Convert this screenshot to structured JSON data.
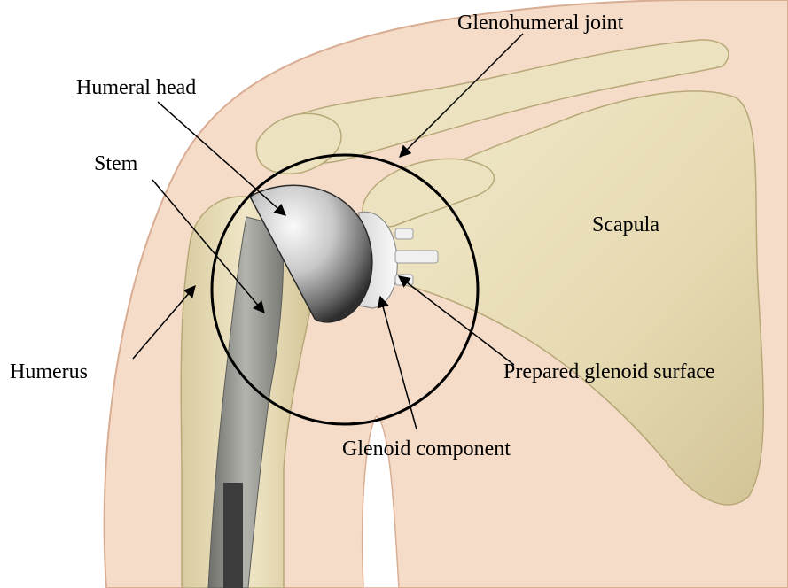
{
  "labels": {
    "glenohumeral_joint": "Glenohumeral joint",
    "humeral_head": "Humeral head",
    "stem": "Stem",
    "scapula": "Scapula",
    "humerus": "Humerus",
    "prepared_glenoid_surface": "Prepared glenoid surface",
    "glenoid_component": "Glenoid component"
  },
  "colors": {
    "background": "#ffffff",
    "skin": "#f5dcc8",
    "skin_edge": "#d8ad94",
    "bone": "#ede3c0",
    "bone_shadow": "#cdbf93",
    "bone_edge": "#b8a878",
    "metal_light": "#f4f4f4",
    "metal_dark": "#3a3a3a",
    "stem_metal": "#9c9c96",
    "outline": "#000000"
  }
}
